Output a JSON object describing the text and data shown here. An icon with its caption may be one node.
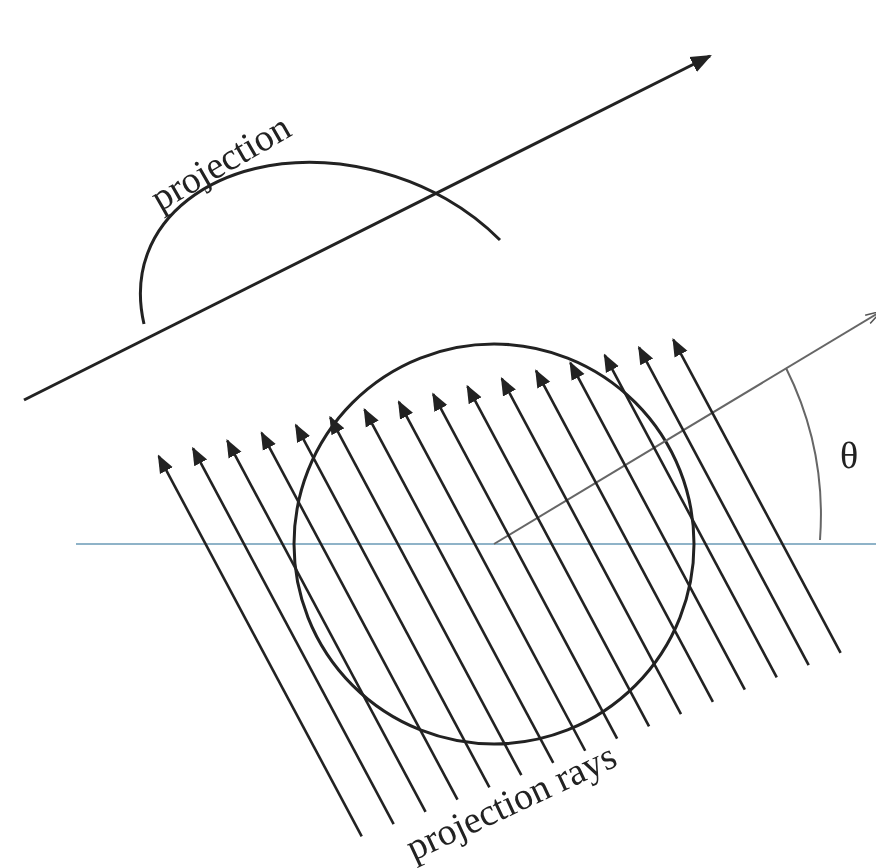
{
  "diagram": {
    "labels": [
      "projection",
      "θ",
      "projection rays"
    ]
  }
}
